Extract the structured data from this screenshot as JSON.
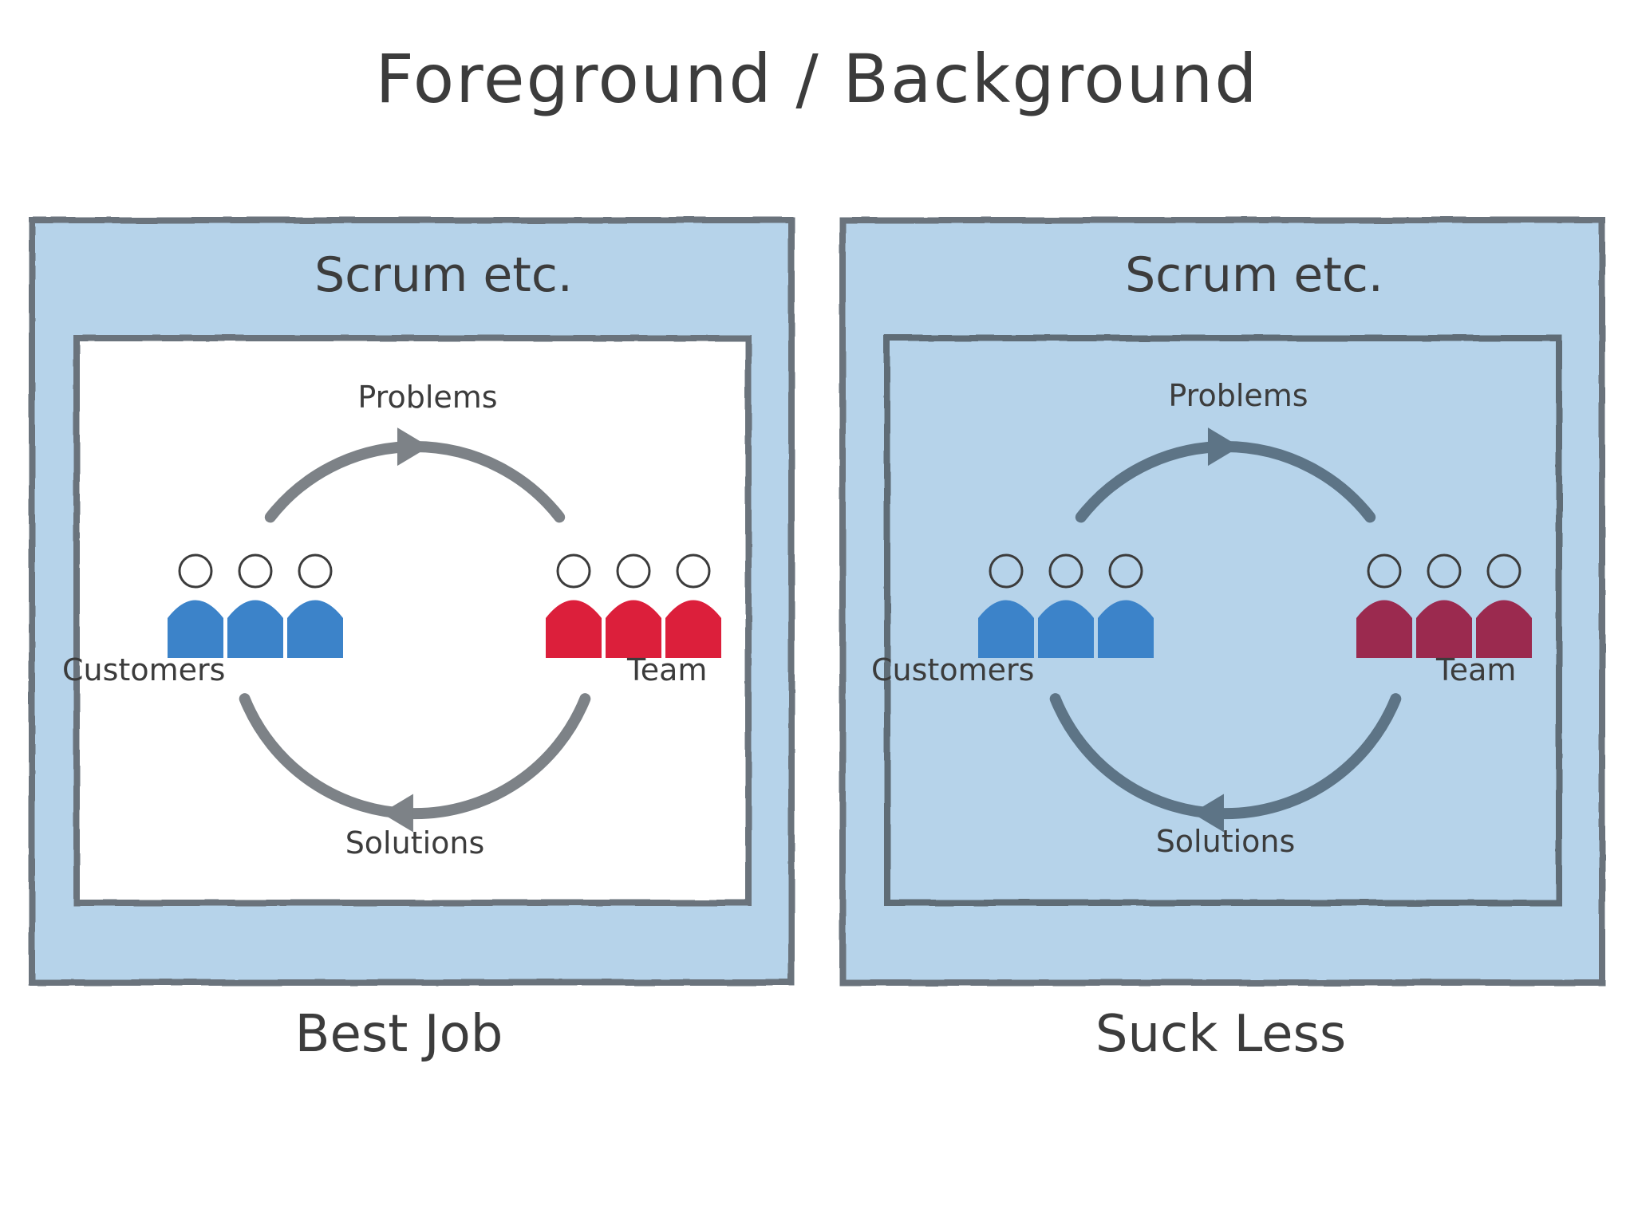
{
  "title": "Foreground / Background",
  "colors": {
    "frame_fill": "#b6d3ea",
    "frame_stroke": "#6a737b",
    "cycle_stroke_left": "#7d8287",
    "cycle_stroke_right": "#5d7486",
    "customer_blue": "#3c83c9",
    "team_red_left": "#dc1f3b",
    "team_red_right": "#9b2a4f",
    "text": "#3a3a3a"
  },
  "panels": [
    {
      "header": "Scrum etc.",
      "caption": "Best Job",
      "inner_fill": "#ffffff",
      "cycle": {
        "top": "Problems",
        "bottom": "Solutions",
        "left": "Customers",
        "right": "Team"
      }
    },
    {
      "header": "Scrum etc.",
      "caption": "Suck Less",
      "inner_fill": "#b6d3ea",
      "cycle": {
        "top": "Problems",
        "bottom": "Solutions",
        "left": "Customers",
        "right": "Team"
      }
    }
  ]
}
